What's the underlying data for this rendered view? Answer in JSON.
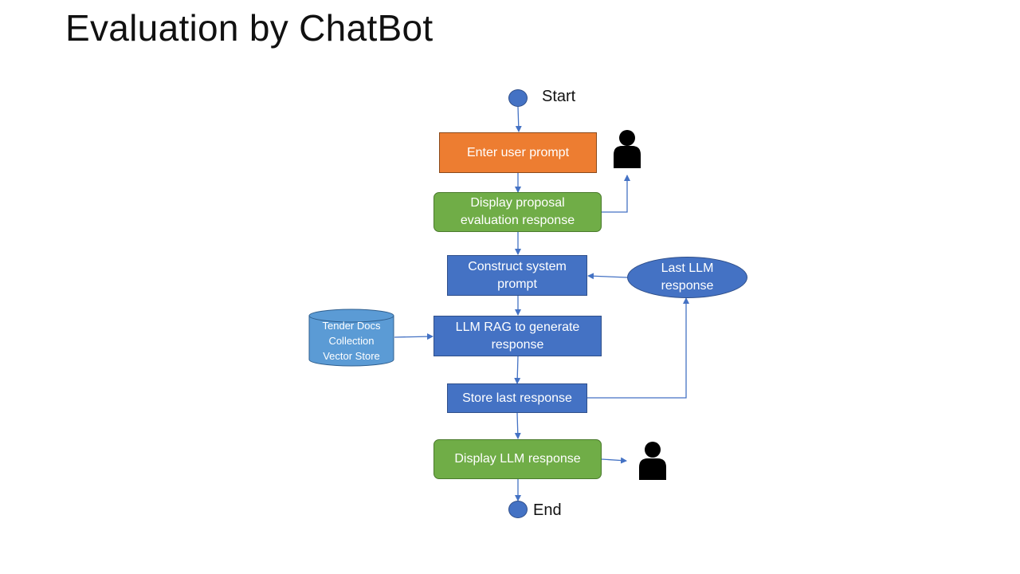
{
  "title": "Evaluation by ChatBot",
  "nodes": {
    "start": "Start",
    "enter_prompt": "Enter user prompt",
    "display_proposal": "Display proposal\nevaluation response",
    "construct_prompt": "Construct system\nprompt",
    "last_llm": "Last LLM\nresponse",
    "tender_docs": "Tender Docs\nCollection\nVector Store",
    "llm_rag": "LLM RAG to generate\nresponse",
    "store_last": "Store last response",
    "display_llm": "Display LLM response",
    "end": "End"
  },
  "colors": {
    "orange": "#ED7D31",
    "green": "#70AD47",
    "blue": "#4472C4",
    "light_blue": "#5B9BD5",
    "arrow": "#4472C4",
    "user_icon": "#000000"
  },
  "icons": [
    "user-icon",
    "user-icon"
  ]
}
